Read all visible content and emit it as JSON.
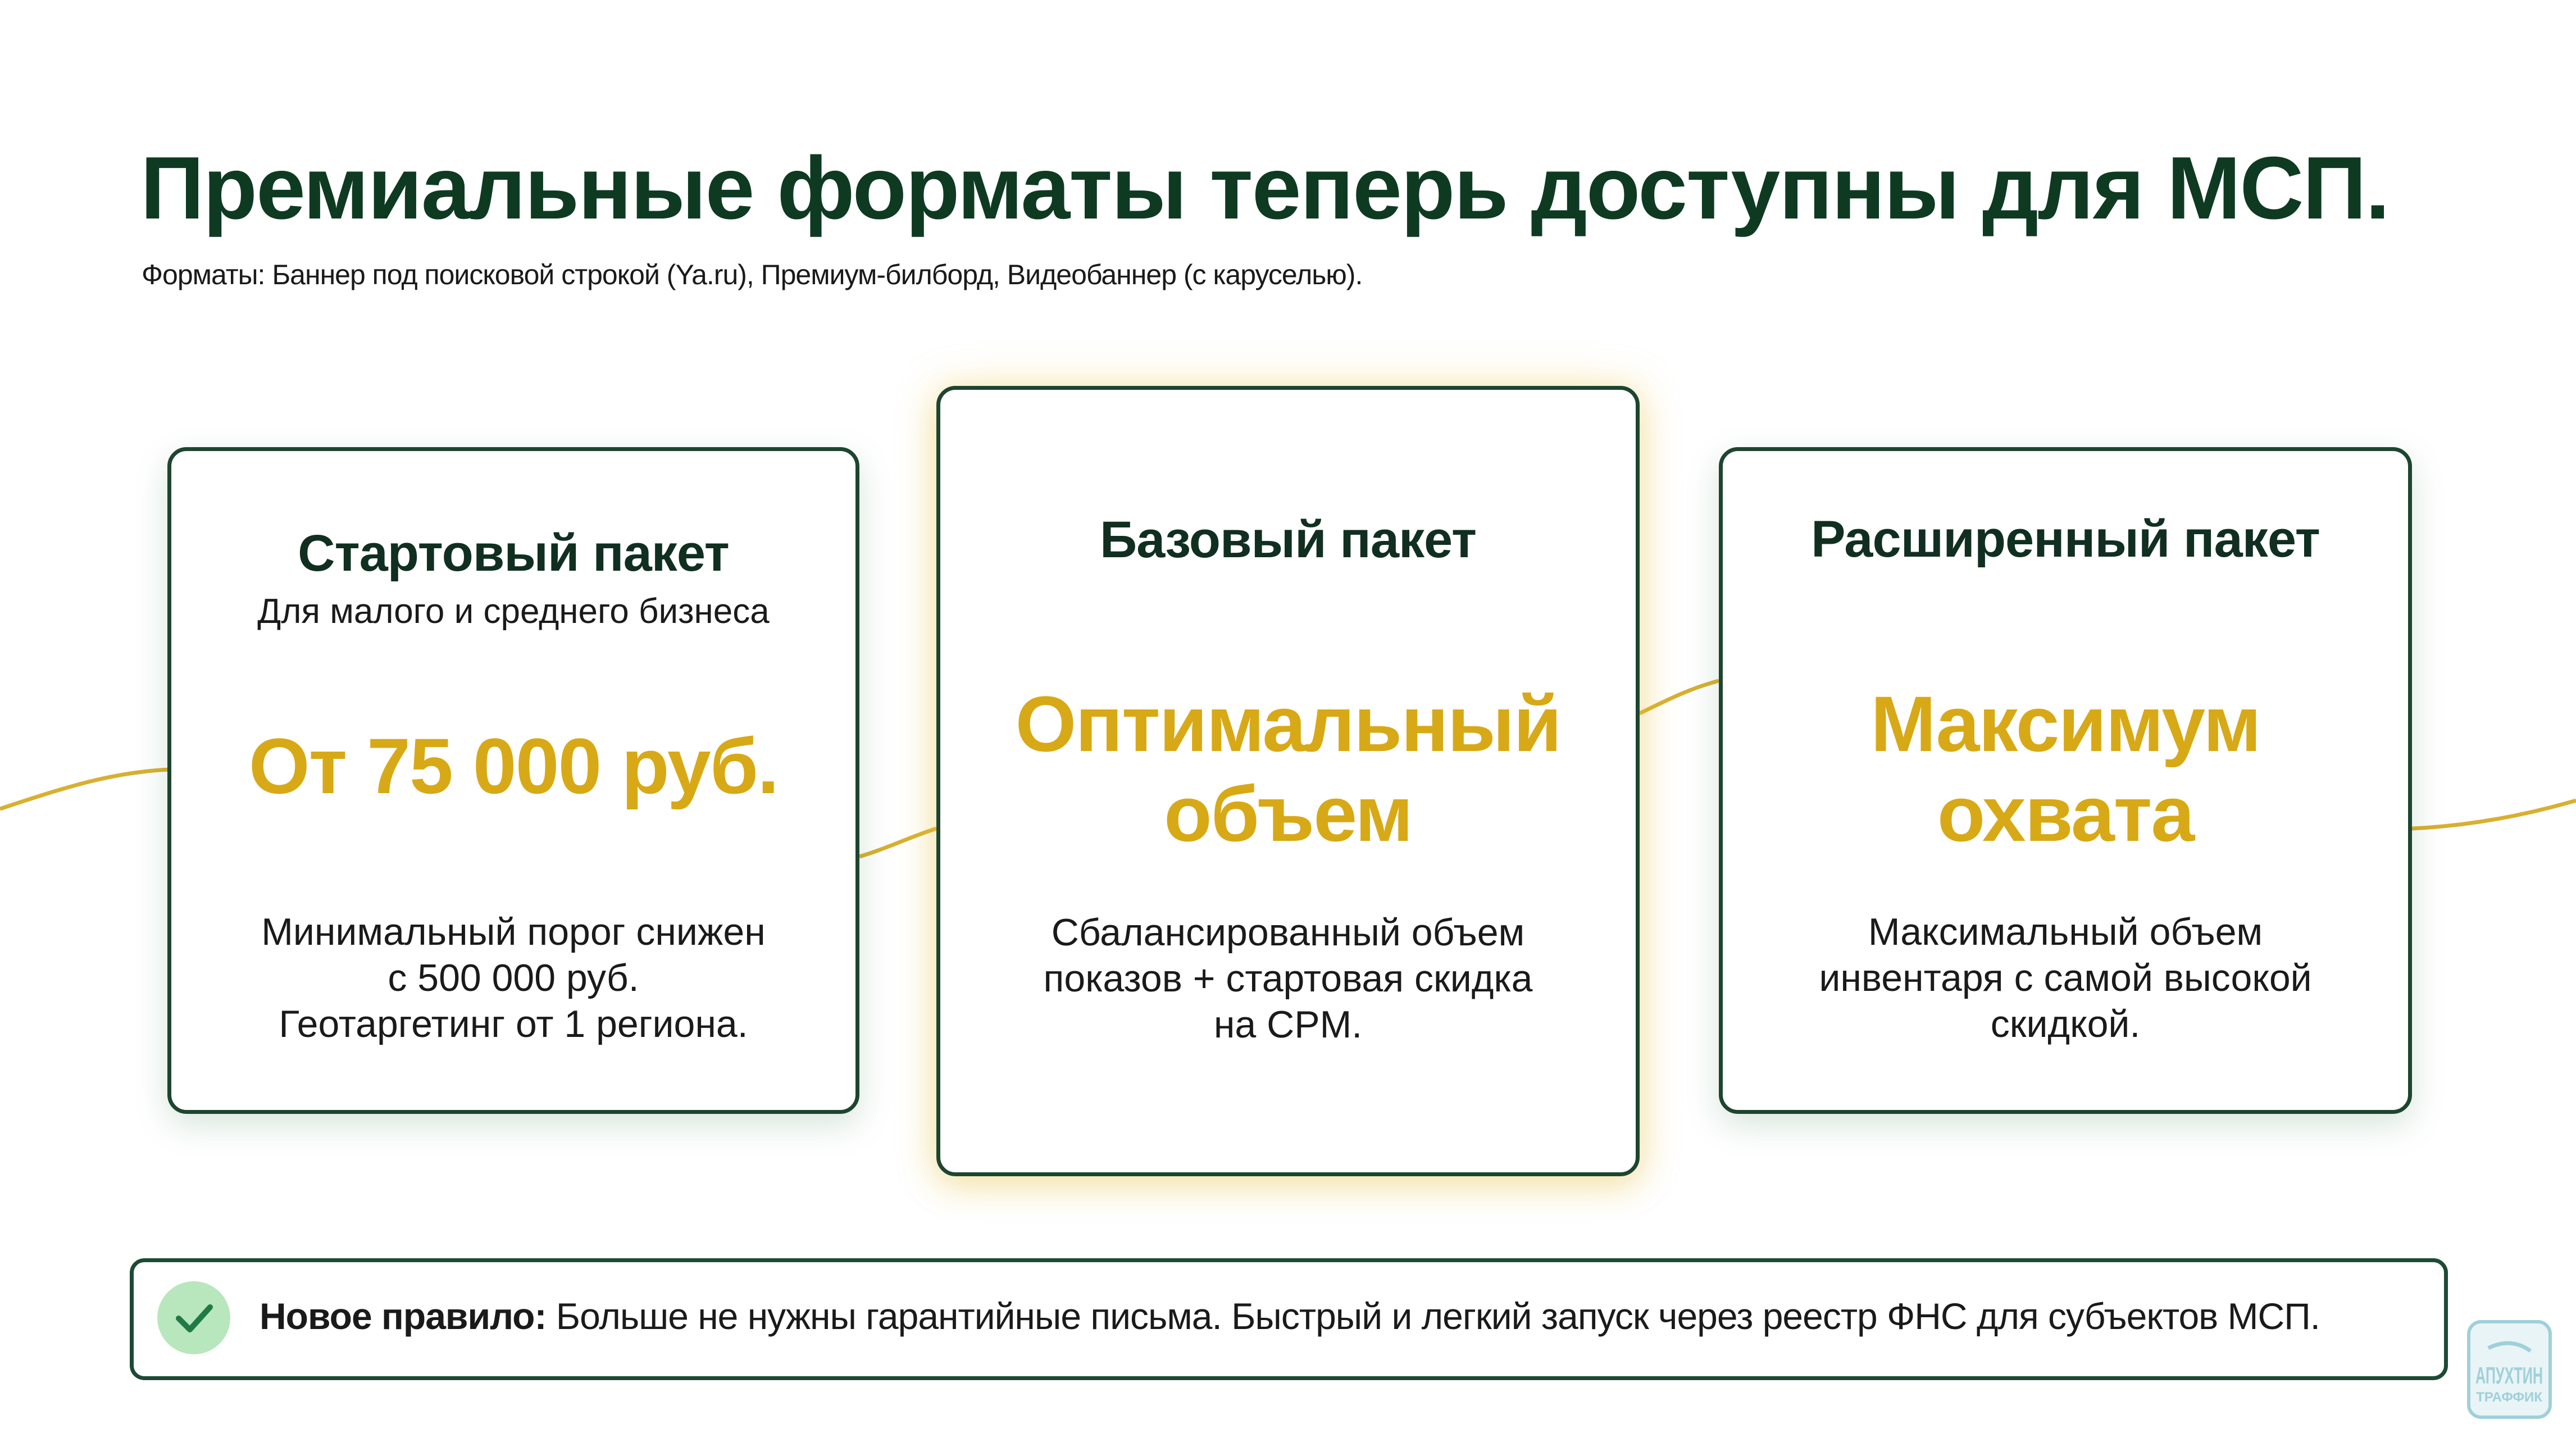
{
  "title": "Премиальные форматы теперь доступны для МСП.",
  "subtitle": "Форматы: Баннер под поисковой строкой (Ya.ru), Премиум-билборд, Видеобаннер (с каруселью).",
  "colors": {
    "dark_green": "#0e3a22",
    "gold": "#d8a916",
    "check_bg": "#b8e6bd"
  },
  "cards": [
    {
      "title": "Стартовый пакет",
      "subtitle": "Для малого и среднего бизнеса",
      "highlight": [
        "От 75 000 руб."
      ],
      "description": [
        "Минимальный порог снижен",
        "с 500 000 руб.",
        "Геотаргетинг от 1 региона."
      ]
    },
    {
      "title": "Базовый пакет",
      "highlight": [
        "Оптимальный",
        "объем"
      ],
      "description": [
        "Сбалансированный объем",
        "показов + стартовая скидка",
        "на CPM."
      ]
    },
    {
      "title": "Расширенный пакет",
      "highlight": [
        "Максимум",
        "охвата"
      ],
      "description": [
        "Максимальный объем",
        "инвентаря с самой высокой",
        "скидкой."
      ]
    }
  ],
  "notice": {
    "icon": "check-icon",
    "label": "Новое правило:",
    "text": " Больше не нужны гарантийные письма. Быстрый и легкий запуск через реестр ФНС для субъектов МСП."
  },
  "logo": {
    "line1": "АПУХТИН",
    "line2": "ТРАФФИК"
  }
}
